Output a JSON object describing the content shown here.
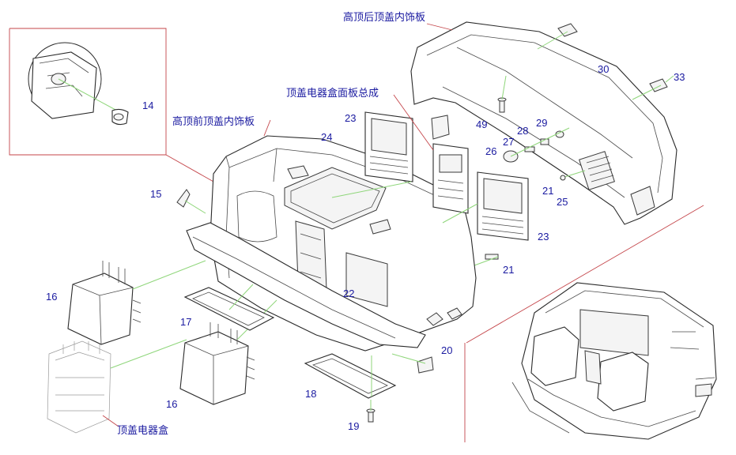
{
  "labels": {
    "rear_trim_title": "高顶后顶盖内饰板",
    "front_trim_title": "高顶前顶盖内饰板",
    "panel_assembly_title": "顶盖电器盒面板总成",
    "electrical_box_title": "顶盖电器盒",
    "n14": "14",
    "n15": "15",
    "n16a": "16",
    "n16b": "16",
    "n17": "17",
    "n18": "18",
    "n19": "19",
    "n20": "20",
    "n21a": "21",
    "n21b": "21",
    "n22": "22",
    "n23a": "23",
    "n23b": "23",
    "n24": "24",
    "n25": "25",
    "n26": "26",
    "n27": "27",
    "n28": "28",
    "n29": "29",
    "n30": "30",
    "n33": "33",
    "n49": "49"
  },
  "colors": {
    "label_text": "#1a1aa0",
    "callout_leader": "#c4454a",
    "assembly_leader": "#8fd67a",
    "line_art": "#2a2a2a"
  }
}
